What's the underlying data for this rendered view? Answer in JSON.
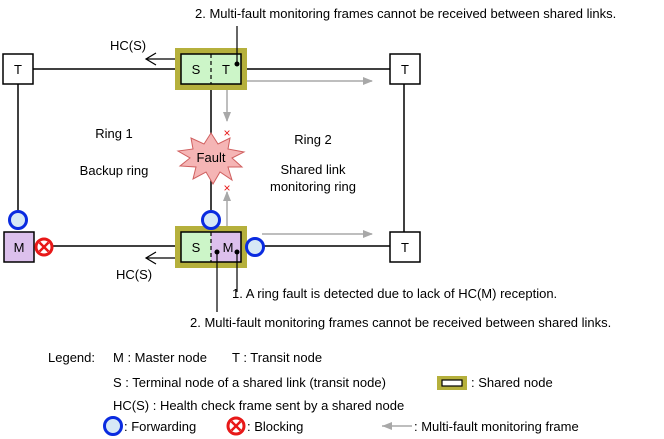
{
  "annotations": {
    "top_note": "2. Multi-fault monitoring frames cannot be received between shared links.",
    "note_1": "1. A ring fault is detected due to lack of HC(M) reception.",
    "note_2": "2. Multi-fault monitoring frames cannot be received between shared links.",
    "hc_top": "HC(S)",
    "hc_bottom": "HC(S)"
  },
  "rings": {
    "ring1_title": "Ring 1",
    "ring1_desc": "Backup ring",
    "ring2_title": "Ring 2",
    "ring2_desc_line1": "Shared link",
    "ring2_desc_line2": "monitoring ring"
  },
  "fault": {
    "label": "Fault",
    "marker": "×"
  },
  "nodes": {
    "top_left": "T",
    "top_right": "T",
    "bottom_left": "M",
    "bottom_right": "T",
    "shared_top_left": "S",
    "shared_top_right": "T",
    "shared_bottom_left": "S",
    "shared_bottom_right": "M"
  },
  "legend": {
    "title": "Legend:",
    "master": "M : Master node",
    "transit": "T : Transit node",
    "terminal": "S  : Terminal node of a shared link (transit node)",
    "shared": ": Shared node",
    "hc": "HC(S)  : Health check frame sent by a shared node",
    "forwarding": ": Forwarding",
    "blocking": ": Blocking",
    "mf_frame": ": Multi-fault monitoring frame"
  },
  "colors": {
    "shared_border": "#b5b03c",
    "s_fill": "#ccf5c8",
    "m_fill": "#dcc0ec",
    "forwarding": "#0a2be0",
    "forwarding_fill": "#d6e8f6",
    "blocking": "#e81818",
    "fault_fill": "#f5b5b5",
    "fault_stroke": "#d06060",
    "mf_arrow": "#a8a8a8"
  }
}
